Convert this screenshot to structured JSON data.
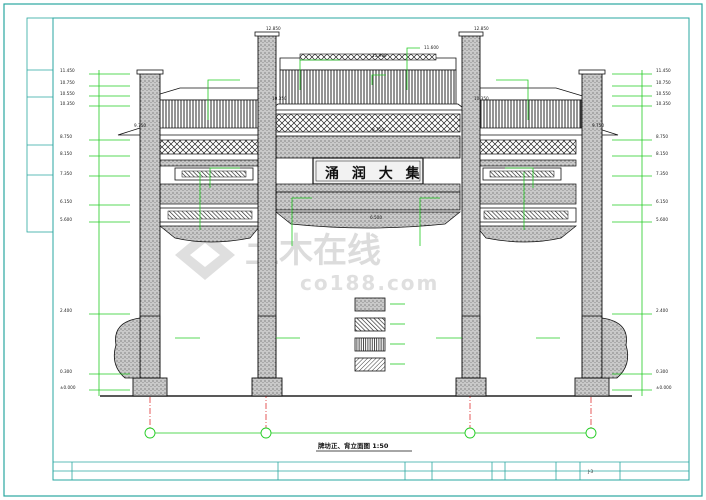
{
  "drawing": {
    "title": "牌坊正、背立面图 1:50",
    "sheet_number": "J-3",
    "plaque_text": "涌 润 大 集",
    "watermark_cn": "土木在线",
    "watermark_en": "co188.com",
    "colors": {
      "frame": "#2aa7a0",
      "dimension": "#22cc22",
      "axis": "#e03030",
      "ink": "#222222"
    }
  },
  "elevations": {
    "center_top_left": "12.850",
    "center_top_right": "12.850",
    "center_ridge_a": "11.900",
    "center_ridge_b": "11.600",
    "center_eave": "10.350",
    "center_eave_b": "10.350",
    "plaque_top": "8.750",
    "plaque_bottom": "6.500",
    "side_left": [
      "11.450",
      "10.750",
      "10.550",
      "10.350",
      "8.750",
      "8.150",
      "7.350",
      "6.150",
      "5.600",
      "2.400",
      "0.300",
      "±0.000"
    ],
    "side_right": [
      "11.450",
      "10.750",
      "10.550",
      "10.350",
      "8.750",
      "8.150",
      "7.350",
      "6.150",
      "5.600",
      "2.400",
      "0.300",
      "±0.000"
    ],
    "side_roof_left": "9.750",
    "side_roof_right": "9.750"
  },
  "legend": {
    "swatches": [
      "stone-fill-1",
      "stone-fill-2",
      "stone-fill-3",
      "stone-fill-4"
    ]
  }
}
